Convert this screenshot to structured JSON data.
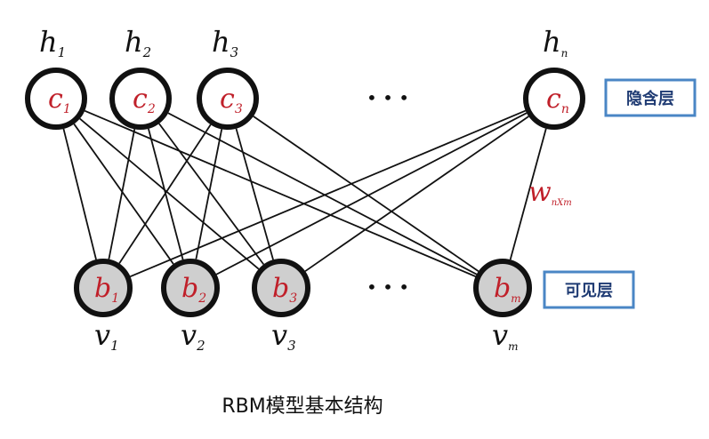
{
  "hidden_layer": {
    "nodes": [
      {
        "top": "h",
        "top_sub": "1",
        "inner": "c",
        "inner_sub": "1"
      },
      {
        "top": "h",
        "top_sub": "2",
        "inner": "c",
        "inner_sub": "2"
      },
      {
        "top": "h",
        "top_sub": "3",
        "inner": "c",
        "inner_sub": "3"
      },
      {
        "top": "h",
        "top_sub": "n",
        "inner": "c",
        "inner_sub": "n"
      }
    ],
    "ellipsis": "• • •",
    "box_label": "隐含层"
  },
  "visible_layer": {
    "nodes": [
      {
        "bottom": "v",
        "bottom_sub": "1",
        "inner": "b",
        "inner_sub": "1"
      },
      {
        "bottom": "v",
        "bottom_sub": "2",
        "inner": "b",
        "inner_sub": "2"
      },
      {
        "bottom": "v",
        "bottom_sub": "3",
        "inner": "b",
        "inner_sub": "3"
      },
      {
        "bottom": "v",
        "bottom_sub": "m",
        "inner": "b",
        "inner_sub": "m"
      }
    ],
    "ellipsis": "• • •",
    "box_label": "可见层"
  },
  "weight_label": {
    "main": "w",
    "sub": "nXm"
  },
  "caption": "RBM模型基本结构",
  "colors": {
    "node_text": "#c0202a",
    "box_border": "#4a86c5",
    "visible_fill": "#cfcfcf",
    "edge": "#111111"
  }
}
